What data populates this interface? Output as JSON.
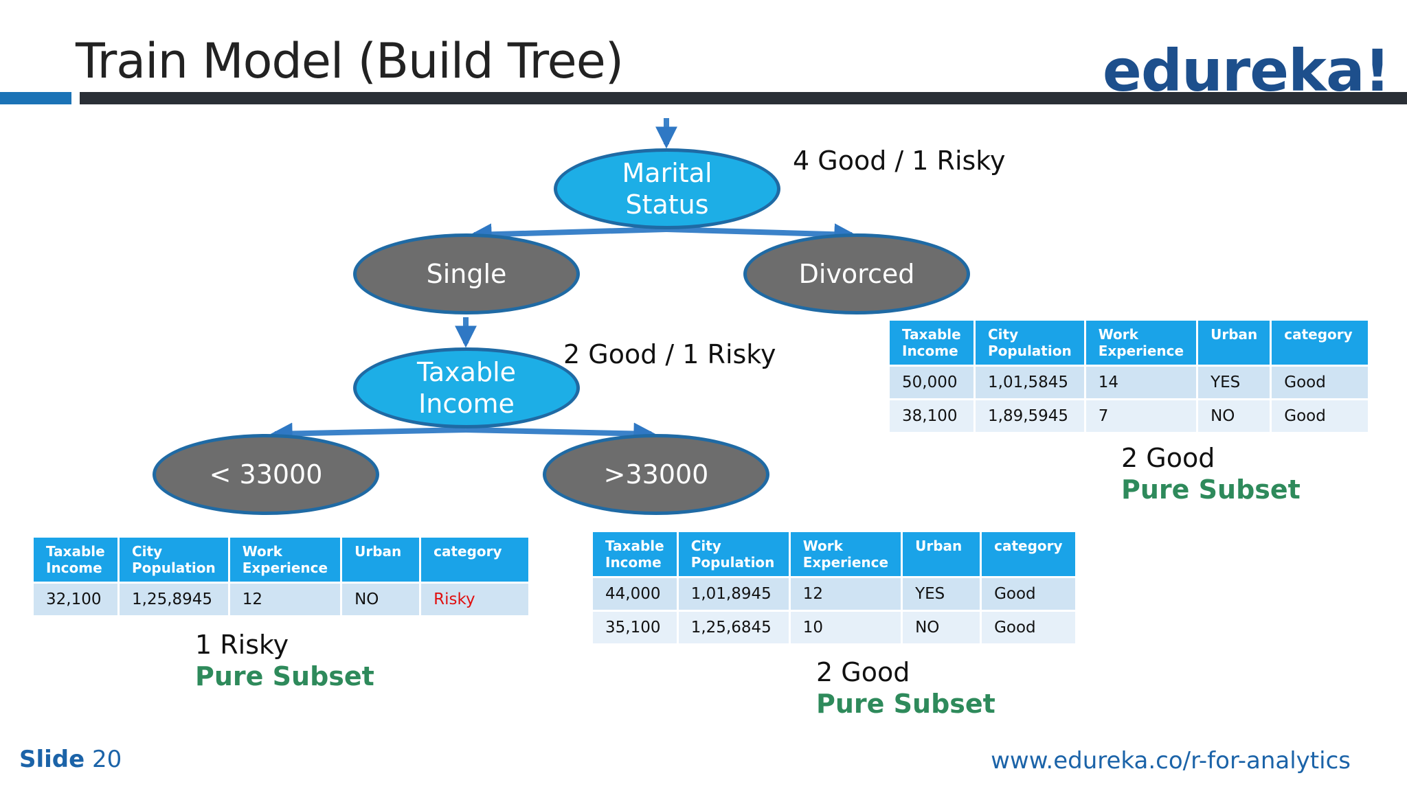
{
  "slide": {
    "title": "Train Model (Build Tree)",
    "logo": "edureka!",
    "slide_label": "Slide",
    "slide_number": "20",
    "url": "www.edureka.co/r-for-analytics"
  },
  "tree": {
    "root": {
      "label_line1": "Marital",
      "label_line2": "Status",
      "stat": "4 Good / 1 Risky"
    },
    "single": {
      "label": "Single"
    },
    "divorced": {
      "label": "Divorced"
    },
    "income": {
      "label_line1": "Taxable",
      "label_line2": "Income",
      "stat": "2 Good / 1 Risky"
    },
    "lt": {
      "label": "< 33000"
    },
    "gt": {
      "label": ">33000"
    }
  },
  "colors": {
    "node_blue": "#1daee6",
    "node_gray": "#6d6d6d",
    "header_blue": "#1aa3e8",
    "pure_green": "#2e8a5b",
    "risky_red": "#e01010"
  },
  "tables": {
    "headers": [
      {
        "l1": "Taxable",
        "l2": "Income"
      },
      {
        "l1": "City",
        "l2": "Population"
      },
      {
        "l1": "Work",
        "l2": "Experience"
      },
      {
        "l1": "Urban",
        "l2": ""
      },
      {
        "l1": "category",
        "l2": ""
      }
    ],
    "divorced": {
      "rows": [
        [
          "50,000",
          "1,01,5845",
          "14",
          "YES",
          "Good"
        ],
        [
          "38,100",
          "1,89,5945",
          "7",
          "NO",
          "Good"
        ]
      ],
      "summary": "2 Good",
      "summary_sub": "Pure Subset"
    },
    "lt": {
      "rows": [
        [
          "32,100",
          "1,25,8945",
          "12",
          "NO",
          "Risky"
        ]
      ],
      "summary": "1 Risky",
      "summary_sub": "Pure Subset"
    },
    "gt": {
      "rows": [
        [
          "44,000",
          "1,01,8945",
          "12",
          "YES",
          "Good"
        ],
        [
          "35,100",
          "1,25,6845",
          "10",
          "NO",
          "Good"
        ]
      ],
      "summary": "2 Good",
      "summary_sub": "Pure Subset"
    }
  }
}
